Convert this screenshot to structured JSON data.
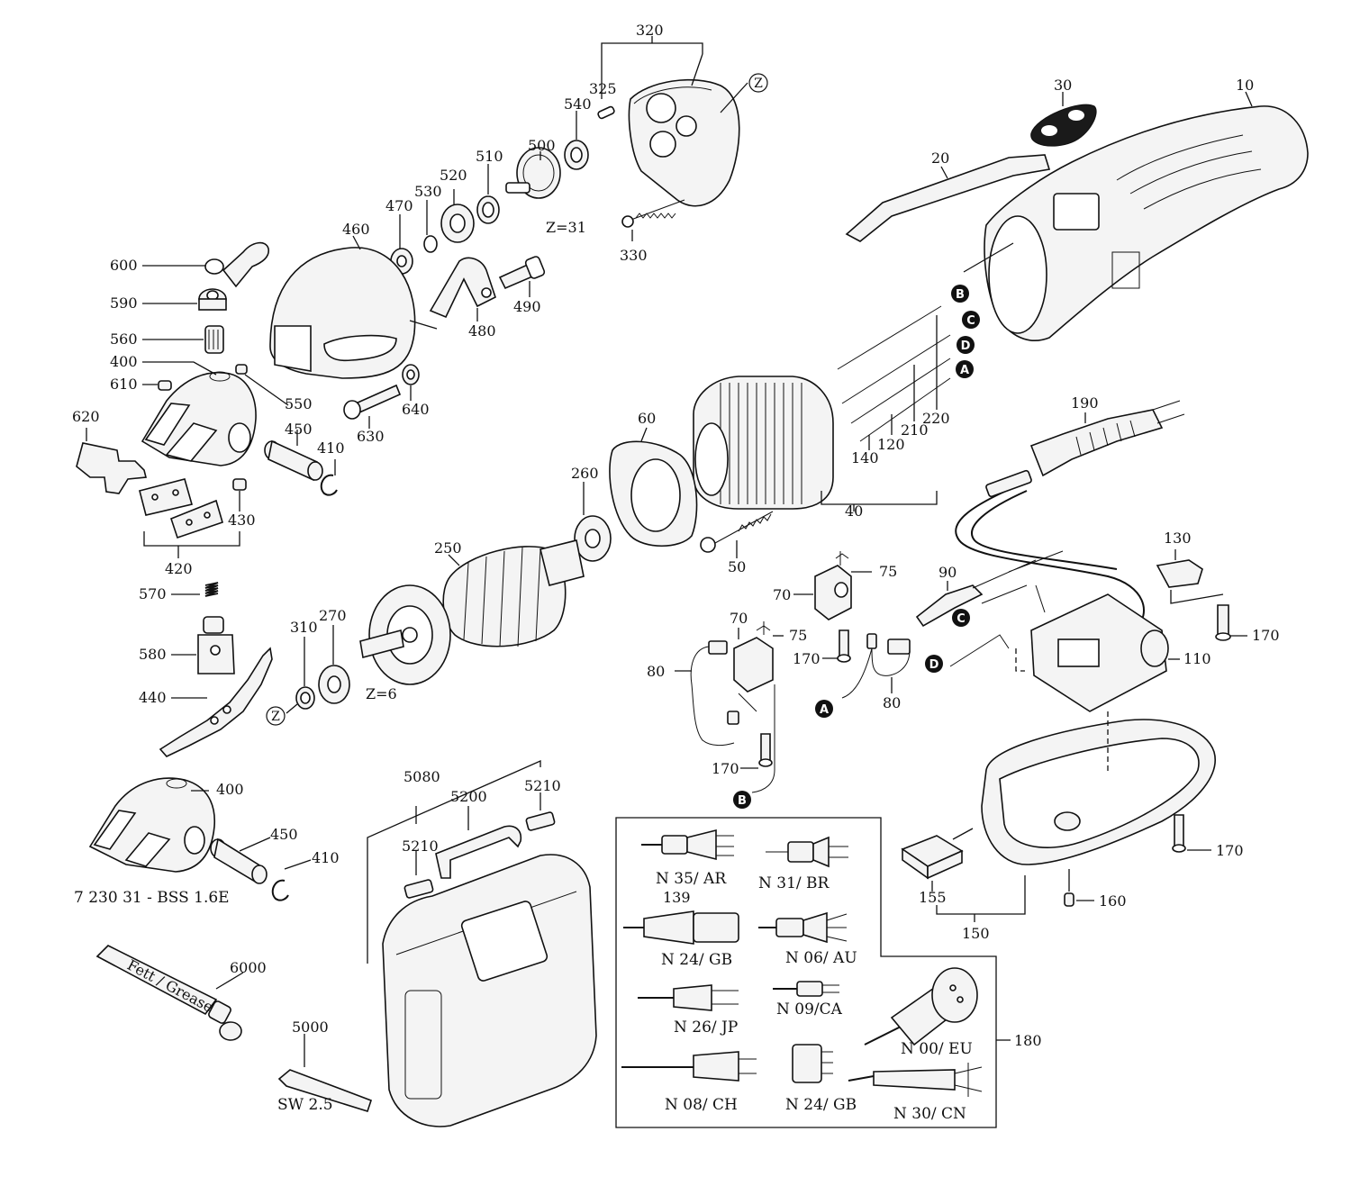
{
  "diagram": {
    "parts": [
      {
        "key": "p320",
        "label": "320"
      },
      {
        "key": "p325",
        "label": "325"
      },
      {
        "key": "p540",
        "label": "540"
      },
      {
        "key": "p500",
        "label": "500"
      },
      {
        "key": "p510",
        "label": "510"
      },
      {
        "key": "p520",
        "label": "520"
      },
      {
        "key": "p530",
        "label": "530"
      },
      {
        "key": "p470",
        "label": "470"
      },
      {
        "key": "p460",
        "label": "460"
      },
      {
        "key": "p330",
        "label": "330"
      },
      {
        "key": "p30",
        "label": "30"
      },
      {
        "key": "p10",
        "label": "10"
      },
      {
        "key": "p20",
        "label": "20"
      },
      {
        "key": "p600",
        "label": "600"
      },
      {
        "key": "p590",
        "label": "590"
      },
      {
        "key": "p560",
        "label": "560"
      },
      {
        "key": "p400a",
        "label": "400"
      },
      {
        "key": "p610",
        "label": "610"
      },
      {
        "key": "p550",
        "label": "550"
      },
      {
        "key": "p620",
        "label": "620"
      },
      {
        "key": "p490",
        "label": "490"
      },
      {
        "key": "p480",
        "label": "480"
      },
      {
        "key": "p640",
        "label": "640"
      },
      {
        "key": "p630",
        "label": "630"
      },
      {
        "key": "p450a",
        "label": "450"
      },
      {
        "key": "p410a",
        "label": "410"
      },
      {
        "key": "p430",
        "label": "430"
      },
      {
        "key": "p420",
        "label": "420"
      },
      {
        "key": "p60",
        "label": "60"
      },
      {
        "key": "p260",
        "label": "260"
      },
      {
        "key": "p250",
        "label": "250"
      },
      {
        "key": "p50",
        "label": "50"
      },
      {
        "key": "p220",
        "label": "220"
      },
      {
        "key": "p210",
        "label": "210"
      },
      {
        "key": "p120",
        "label": "120"
      },
      {
        "key": "p140",
        "label": "140"
      },
      {
        "key": "p40",
        "label": "40"
      },
      {
        "key": "p190",
        "label": "190"
      },
      {
        "key": "p130",
        "label": "130"
      },
      {
        "key": "p170a",
        "label": "170"
      },
      {
        "key": "p110",
        "label": "110"
      },
      {
        "key": "p90",
        "label": "90"
      },
      {
        "key": "p75a",
        "label": "75"
      },
      {
        "key": "p70a",
        "label": "70"
      },
      {
        "key": "p70b",
        "label": "70"
      },
      {
        "key": "p75b",
        "label": "75"
      },
      {
        "key": "p170b",
        "label": "170"
      },
      {
        "key": "p80a",
        "label": "80"
      },
      {
        "key": "p80b",
        "label": "80"
      },
      {
        "key": "p170c",
        "label": "170"
      },
      {
        "key": "p570",
        "label": "570"
      },
      {
        "key": "p580",
        "label": "580"
      },
      {
        "key": "p440",
        "label": "440"
      },
      {
        "key": "p310",
        "label": "310"
      },
      {
        "key": "p270",
        "label": "270"
      },
      {
        "key": "p400b",
        "label": "400"
      },
      {
        "key": "p450b",
        "label": "450"
      },
      {
        "key": "p410b",
        "label": "410"
      },
      {
        "key": "p5080",
        "label": "5080"
      },
      {
        "key": "p5210a",
        "label": "5210"
      },
      {
        "key": "p5200",
        "label": "5200"
      },
      {
        "key": "p5210b",
        "label": "5210"
      },
      {
        "key": "p6000",
        "label": "6000"
      },
      {
        "key": "p5000",
        "label": "5000"
      },
      {
        "key": "p170d",
        "label": "170"
      },
      {
        "key": "p155",
        "label": "155"
      },
      {
        "key": "p160",
        "label": "160"
      },
      {
        "key": "p150",
        "label": "150"
      },
      {
        "key": "p180",
        "label": "180"
      },
      {
        "key": "p139",
        "label": "139"
      }
    ],
    "annotations": {
      "z31": "Z=31",
      "z6": "Z=6",
      "variant": "7 230 31 - BSS 1.6E",
      "sw": "SW 2.5",
      "grease": "Fett / Grease"
    },
    "connector_markers": [
      "A",
      "B",
      "C",
      "D"
    ],
    "ref_marker": "Z",
    "plug_variants": [
      {
        "key": "n35",
        "label": "N 35/ AR"
      },
      {
        "key": "n31",
        "label": "N 31/ BR"
      },
      {
        "key": "n24a",
        "label": "N 24/ GB"
      },
      {
        "key": "n06",
        "label": "N 06/ AU"
      },
      {
        "key": "n26",
        "label": "N 26/ JP"
      },
      {
        "key": "n09",
        "label": "N 09/CA"
      },
      {
        "key": "n00",
        "label": "N 00/ EU"
      },
      {
        "key": "n08",
        "label": "N 08/ CH"
      },
      {
        "key": "n24b",
        "label": "N 24/ GB"
      },
      {
        "key": "n30",
        "label": "N 30/ CN"
      }
    ]
  }
}
